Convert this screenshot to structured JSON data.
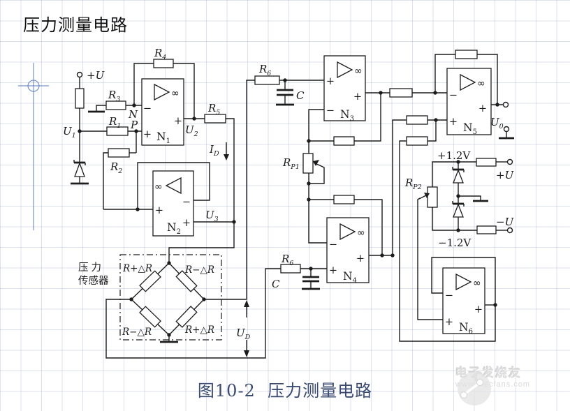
{
  "slide": {
    "title": "压力测量电路",
    "caption": "图10-2  压力测量电路"
  },
  "watermark": {
    "brand": "电子发烧友",
    "site": "www.elecfans.com"
  },
  "colors": {
    "ink": "#1c1c1c",
    "caption": "#3a4a70",
    "guide": "#5b7ec0"
  },
  "sym": {
    "plus": "+",
    "minus": "−",
    "inf": "∞"
  },
  "sensor": {
    "line1": "压 力",
    "line2": "传感器"
  },
  "bridge": {
    "tl": "R+△R",
    "tr": "R−△R",
    "bl": "R−△R",
    "br": "R+△R"
  },
  "labels": {
    "supply_top": "+U",
    "u1": {
      "b": "U",
      "s": "1"
    },
    "r1": {
      "b": "R",
      "s": "1"
    },
    "r2": {
      "b": "R",
      "s": "2"
    },
    "r3": {
      "b": "R",
      "s": "3"
    },
    "r4": {
      "b": "R",
      "s": "4"
    },
    "r5": {
      "b": "R",
      "s": "5"
    },
    "r6a": {
      "b": "R",
      "s": "6"
    },
    "r6b": {
      "b": "R",
      "s": "6"
    },
    "rp1": {
      "b": "R",
      "s": "P1"
    },
    "rp2": {
      "b": "R",
      "s": "P2"
    },
    "c1": "C",
    "c2": "C",
    "n_node": "N",
    "p_node": "P",
    "u2": {
      "b": "U",
      "s": "2"
    },
    "u3": {
      "b": "U",
      "s": "3"
    },
    "u0": {
      "b": "U",
      "s": "0"
    },
    "ud": {
      "b": "U",
      "s": "D"
    },
    "id": {
      "b": "I",
      "s": "D"
    },
    "n1": {
      "b": "N",
      "s": "1"
    },
    "n2": {
      "b": "N",
      "s": "2"
    },
    "n3": {
      "b": "N",
      "s": "3"
    },
    "n4": {
      "b": "N",
      "s": "4"
    },
    "n5": {
      "b": "N",
      "s": "5"
    },
    "n6": {
      "b": "N",
      "s": "6"
    },
    "v_pos": "+1.2V",
    "v_neg": "−1.2V",
    "u_pos": "+U",
    "u_neg": "−U"
  }
}
